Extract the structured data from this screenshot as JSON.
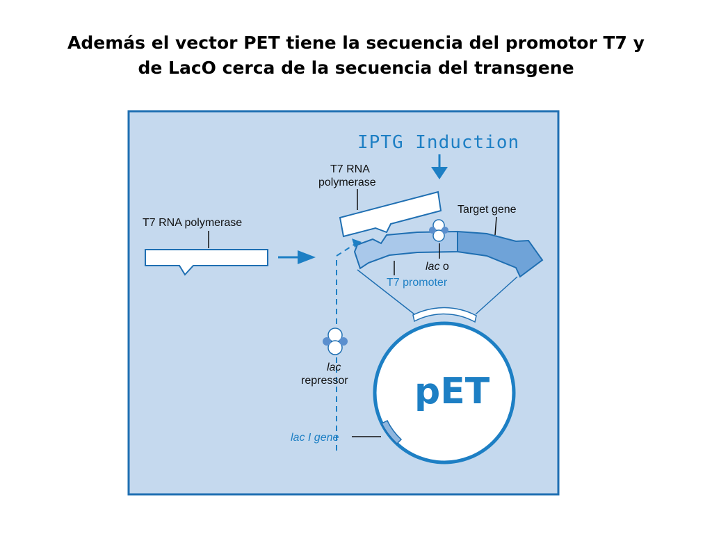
{
  "title": {
    "line1": "Además el vector PET tiene la secuencia del promotor T7 y",
    "line2": "de LacO cerca de la secuencia del transgene"
  },
  "diagram": {
    "iptg": "IPTG Induction",
    "t7_rna_top_1": "T7 RNA",
    "t7_rna_top_2": "polymerase",
    "t7_rna_left": "T7 RNA polymerase",
    "target_gene": "Target gene",
    "lac_o_italic": "lac",
    "lac_o_suffix": " o",
    "t7_promoter": "T7 promoter",
    "lac_repressor_1": "lac",
    "lac_repressor_2": "repressor",
    "lac_i_gene": "lac I gene",
    "plasmid": "pET"
  },
  "colors": {
    "panel_bg": "#c5d9ee",
    "panel_border": "#1f6fb2",
    "accent": "#1d7fc4",
    "promoter_fill": "#a9c8ea",
    "target_fill": "#6fa3d8"
  }
}
